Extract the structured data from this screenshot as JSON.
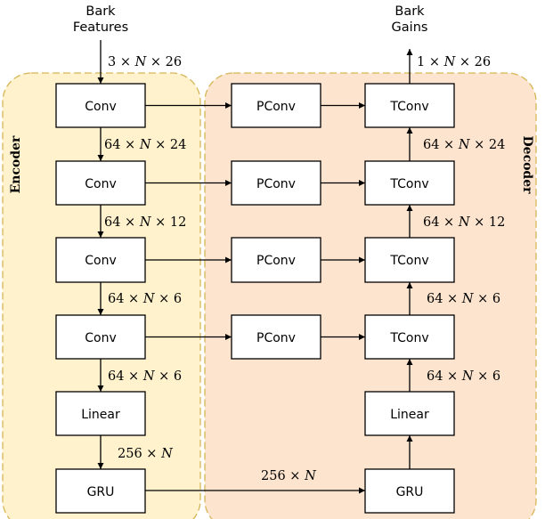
{
  "input_label": {
    "line1": "Bark",
    "line2": "Features"
  },
  "output_label": {
    "line1": "Bark",
    "line2": "Gains"
  },
  "encoder_label": "Encoder",
  "decoder_label": "Decoder",
  "encoder_blocks": [
    "Conv",
    "Conv",
    "Conv",
    "Conv",
    "Linear",
    "GRU"
  ],
  "pconv_blocks": [
    "PConv",
    "PConv",
    "PConv",
    "PConv"
  ],
  "decoder_blocks": [
    "TConv",
    "TConv",
    "TConv",
    "TConv",
    "Linear",
    "GRU"
  ],
  "shapes": {
    "input": {
      "a": "3",
      "b": "N",
      "c": "26"
    },
    "output": {
      "a": "1",
      "b": "N",
      "c": "26"
    },
    "encoder": [
      {
        "a": "64",
        "b": "N",
        "c": "24"
      },
      {
        "a": "64",
        "b": "N",
        "c": "12"
      },
      {
        "a": "64",
        "b": "N",
        "c": "6"
      },
      {
        "a": "64",
        "b": "N",
        "c": "6"
      },
      {
        "a": "256",
        "b": "N"
      }
    ],
    "decoder": [
      {
        "a": "64",
        "b": "N",
        "c": "24"
      },
      {
        "a": "64",
        "b": "N",
        "c": "12"
      },
      {
        "a": "64",
        "b": "N",
        "c": "6"
      },
      {
        "a": "64",
        "b": "N",
        "c": "6"
      }
    ],
    "gru_link": {
      "a": "256",
      "b": "N"
    }
  },
  "colors": {
    "encoder_fill": "#fff2cc",
    "decoder_fill": "#fde4ce",
    "region_border": "#d6b656",
    "block_fill": "#ffffff",
    "stroke": "#000000"
  }
}
